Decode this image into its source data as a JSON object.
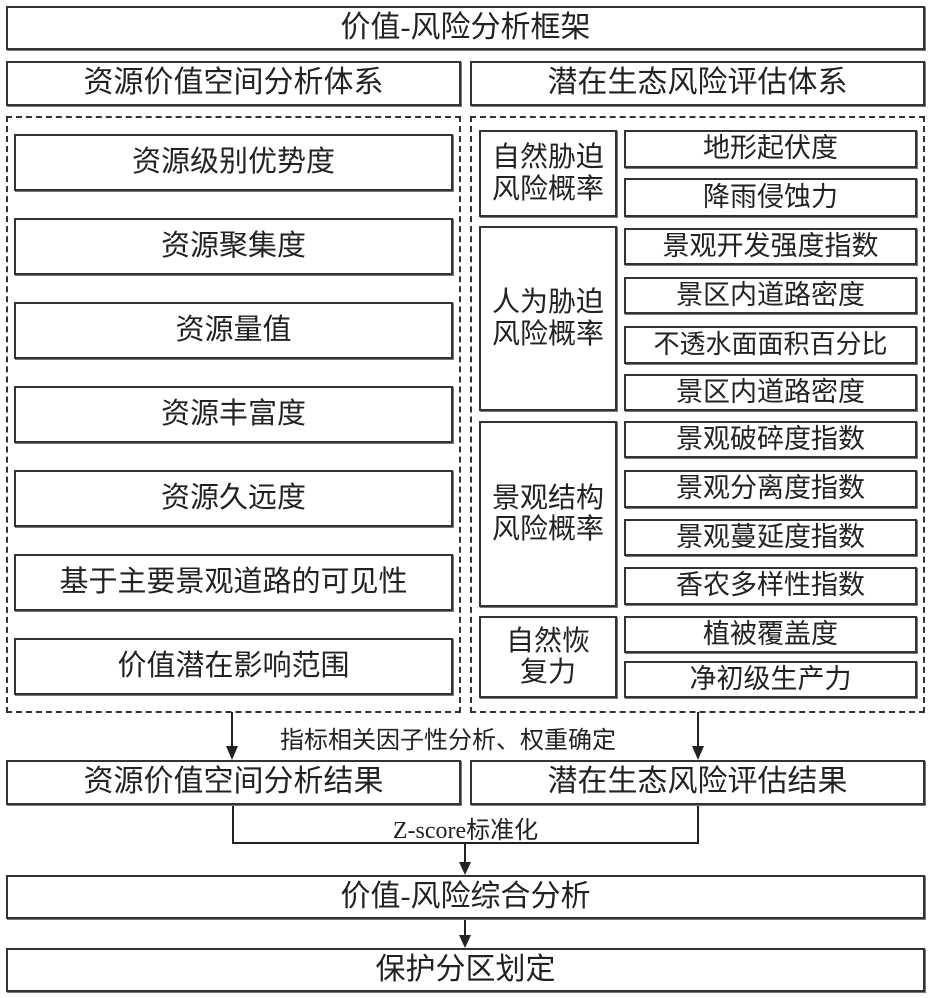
{
  "title": "价值-风险分析框架",
  "left_system": {
    "title": "资源价值空间分析体系",
    "items": [
      "资源级别优势度",
      "资源聚集度",
      "资源量值",
      "资源丰富度",
      "资源久远度",
      "基于主要景观道路的可见性",
      "价值潜在影响范围"
    ]
  },
  "right_system": {
    "title": "潜在生态风险评估体系",
    "groups": [
      {
        "label": "自然胁迫风险概率",
        "items": [
          "地形起伏度",
          "降雨侵蚀力"
        ]
      },
      {
        "label": "人为胁迫风险概率",
        "items": [
          "景观开发强度指数",
          "景区内道路密度",
          "不透水面面积百分比",
          "景区内道路密度"
        ]
      },
      {
        "label": "景观结构风险概率",
        "items": [
          "景观破碎度指数",
          "景观分离度指数",
          "景观蔓延度指数",
          "香农多样性指数"
        ]
      },
      {
        "label": "自然恢复力",
        "items": [
          "植被覆盖度",
          "净初级生产力"
        ]
      }
    ]
  },
  "step_label": "指标相关因子性分析、权重确定",
  "left_result": "资源价值空间分析结果",
  "right_result": "潜在生态风险评估结果",
  "normalize_label": "Z-score标准化",
  "combined": "价值-风险综合分析",
  "final": "保护分区划定"
}
